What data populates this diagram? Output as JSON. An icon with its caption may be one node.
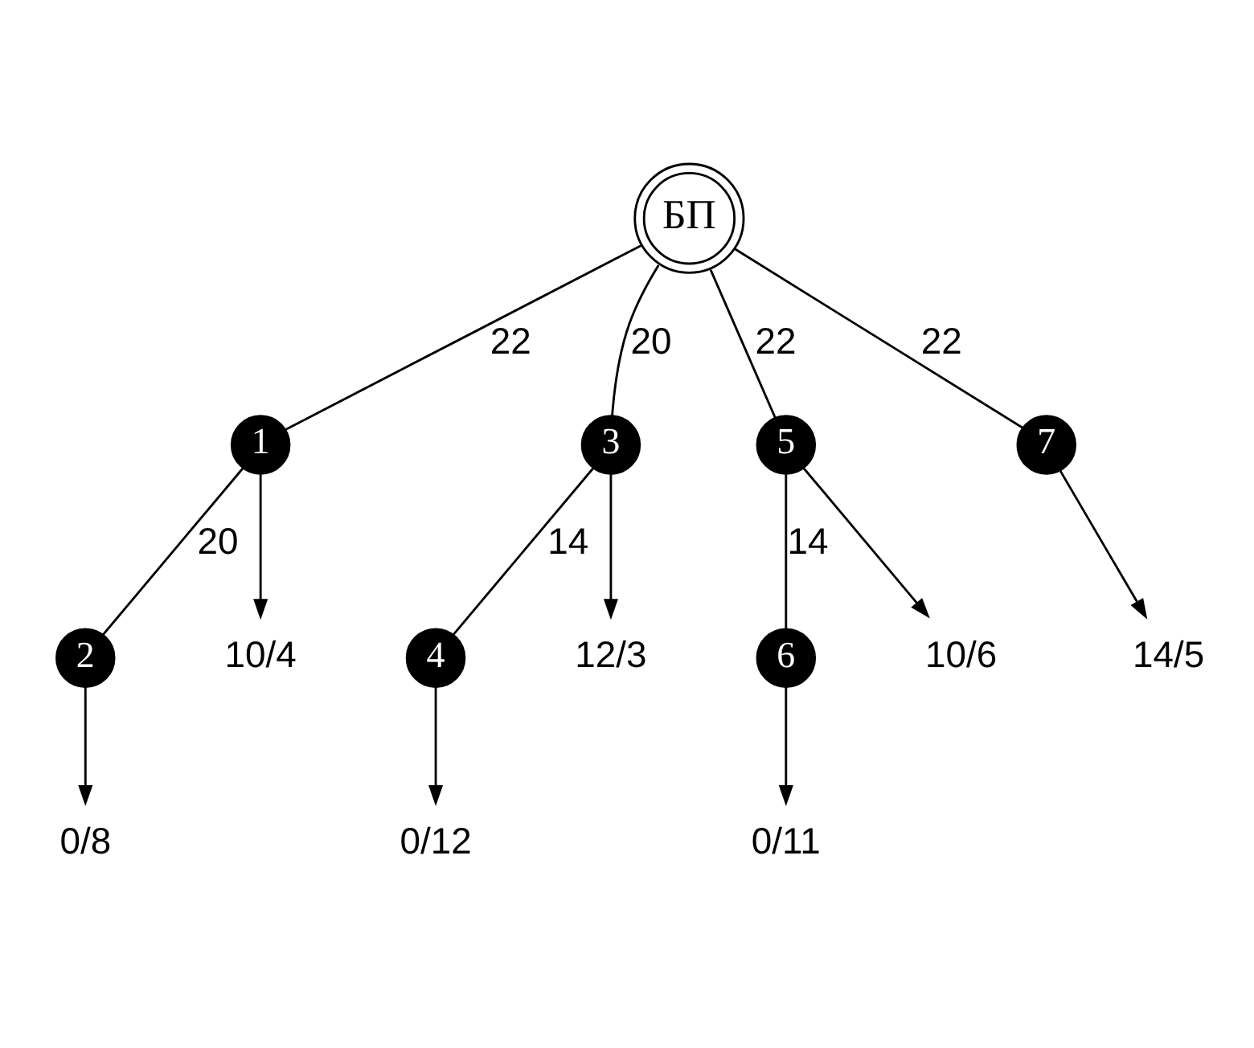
{
  "diagram": {
    "nodes": [
      {
        "text": [
          "БП"
        ]
      },
      {
        "text": [
          "1"
        ]
      },
      {
        "text": [
          "2"
        ]
      },
      {
        "text": [
          "3"
        ]
      },
      {
        "text": [
          "4"
        ]
      },
      {
        "text": [
          "5"
        ]
      },
      {
        "text": [
          "6"
        ]
      },
      {
        "text": [
          "7"
        ]
      },
      {
        "text": [
          "14/5"
        ]
      },
      {
        "text": [
          "10/4"
        ]
      },
      {
        "text": [
          "0/8"
        ]
      },
      {
        "text": [
          "12/3"
        ]
      },
      {
        "text": [
          "0/12"
        ]
      },
      {
        "text": [
          "10/6"
        ]
      },
      {
        "text": [
          "0/11"
        ]
      }
    ],
    "edges": [
      {
        "from": 0,
        "to": 7,
        "arrow": "none",
        "label": "22"
      },
      {
        "from": 0,
        "to": 1,
        "arrow": "none",
        "label": "22"
      },
      {
        "from": 0,
        "to": 3,
        "arrow": "none",
        "label": "20"
      },
      {
        "from": 0,
        "to": 5,
        "arrow": "none",
        "label": "22"
      },
      {
        "from": 1,
        "to": 2,
        "arrow": "none",
        "label": "20"
      },
      {
        "from": 3,
        "to": 4,
        "arrow": "none",
        "label": "14"
      },
      {
        "from": 5,
        "to": 6,
        "arrow": "none",
        "label": "14"
      },
      {
        "from": 7,
        "to": 8,
        "arrow": "to"
      },
      {
        "from": 1,
        "to": 9,
        "arrow": "to"
      },
      {
        "from": 2,
        "to": 10,
        "arrow": "to"
      },
      {
        "from": 3,
        "to": 11,
        "arrow": "to"
      },
      {
        "from": 4,
        "to": 12,
        "arrow": "to"
      },
      {
        "from": 5,
        "to": 13,
        "arrow": "to"
      },
      {
        "from": 6,
        "to": 14,
        "arrow": "to"
      }
    ]
  }
}
